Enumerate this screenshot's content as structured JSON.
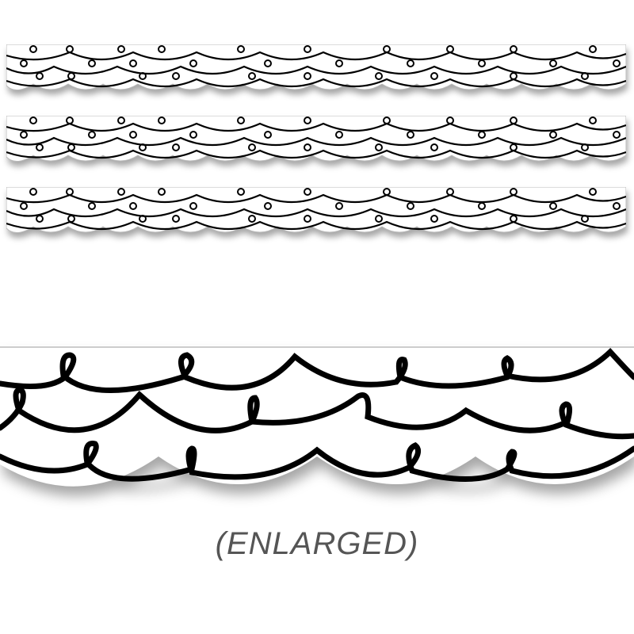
{
  "product": {
    "strip_count": 3,
    "pattern": "black looped scallop lines on white",
    "colors": {
      "line": "#000000",
      "background": "#ffffff",
      "caption": "#555555",
      "edge": "#bbbbbb"
    }
  },
  "caption": "(ENLARGED)"
}
